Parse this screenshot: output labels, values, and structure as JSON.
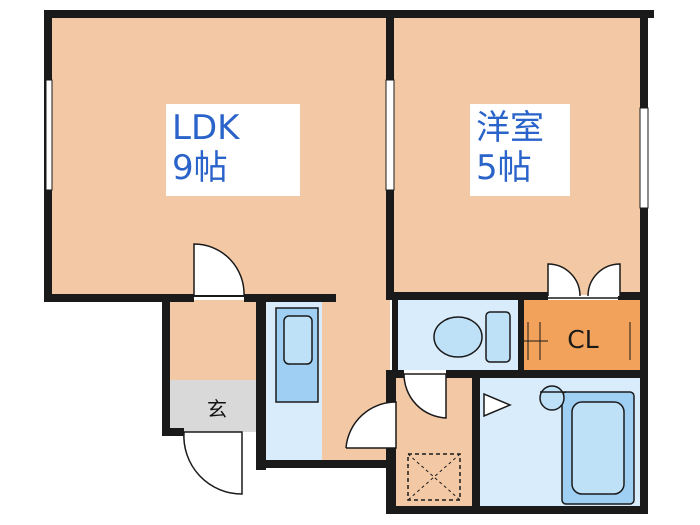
{
  "rooms": {
    "ldk": {
      "name": "LDK",
      "size": "9帖"
    },
    "yoshitsu": {
      "name": "洋室",
      "size": "5帖"
    },
    "closet": {
      "name": "CL"
    },
    "genkan": {
      "name": "玄"
    }
  },
  "colors": {
    "wall": "#1a1a1a",
    "floor_wood": "#f3c9a5",
    "wet_area": "#d9ecfb",
    "fixture_blue": "#9fd0f3",
    "closet": "#f2a25a",
    "entry": "#d9d9d9",
    "label_text": "#2a63c9"
  },
  "icons": [
    "door-swing-icon",
    "window-icon",
    "toilet-icon",
    "bathtub-icon",
    "washbasin-icon",
    "washer-pan-icon"
  ]
}
